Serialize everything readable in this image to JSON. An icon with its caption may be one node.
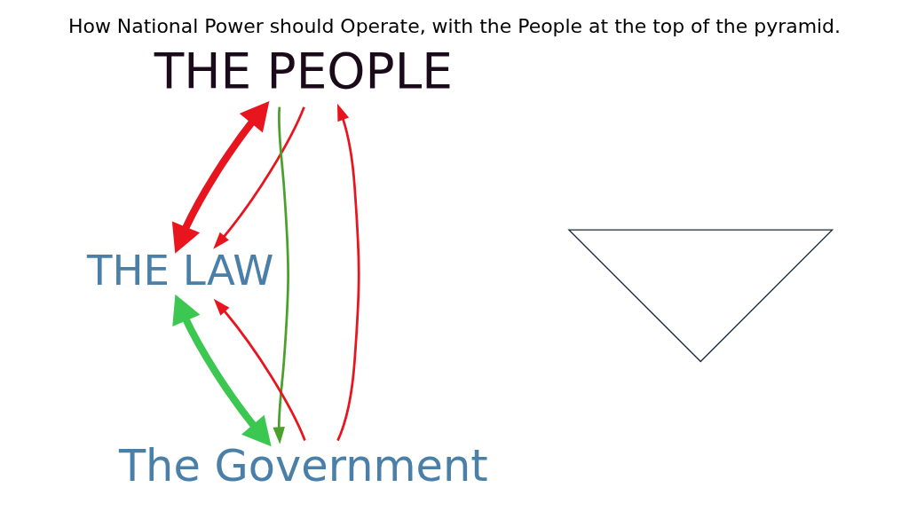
{
  "diagram": {
    "title": "How National Power should Operate, with the People at the top of the pyramid.",
    "nodes": [
      {
        "text": [
          "THE PEOPLE"
        ]
      },
      {
        "text": [],
        "shape": "triangle"
      },
      {
        "text": [
          "THE LAW"
        ]
      },
      {
        "text": [
          "The Government"
        ]
      }
    ],
    "edges": [
      {
        "from": 0,
        "to": 2,
        "arrow": "both",
        "style": "thick"
      },
      {
        "from": 2,
        "to": 3,
        "arrow": "both",
        "style": "thick",
        "color": "#3cc850"
      },
      {
        "from": 3,
        "to": 0,
        "arrow": "to"
      },
      {
        "from": 3,
        "to": 2,
        "arrow": "to"
      },
      {
        "from": 0,
        "to": 2,
        "arrow": "to"
      },
      {
        "from": 0,
        "to": 3,
        "arrow": "to",
        "color": "#4aa02c"
      }
    ]
  }
}
